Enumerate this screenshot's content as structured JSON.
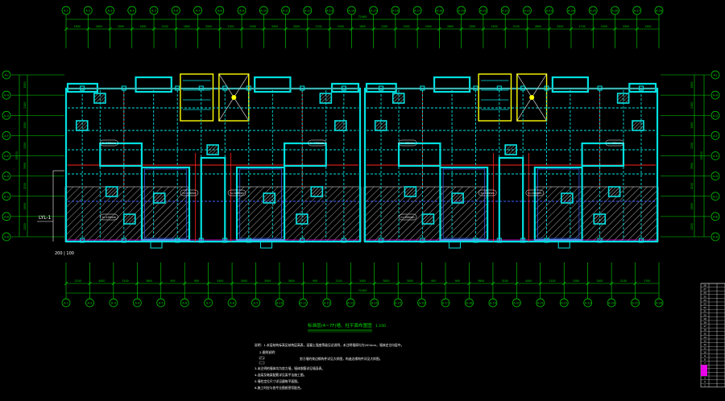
{
  "drawing": {
    "title": "标准层(4~7F)墙、柱平面布置图",
    "scale": "1:100",
    "marker_1": "LYL-1",
    "marker_2": "200 | 100",
    "notes": [
      "说明：1.本层结构标高见结构层高表，混凝土强度等级见总说明，未注明墙厚均为200mm，墙体定位均居中。",
      "2.图例说明：",
      "剪力墙约束边缘构件详见大样图，构造边缘构件详见大样图。",
      "3.未注明的墙体均为剪力墙，墙体钢筋详见墙身表。",
      "4.连梁及暗梁配筋详见梁平法施工图。",
      "5.墙柱定位尺寸详见建筑平面图。",
      "6.施工时应与各专业图纸密切配合。"
    ]
  },
  "colors": {
    "grid": "#00d800",
    "wall": "#00e0e0",
    "hatch": "#ffffff",
    "red": "#ff2020",
    "blue": "#4060ff",
    "yellow": "#ffff00",
    "magenta": "#ff00ff"
  },
  "axes_top": [
    "A-1",
    "A-2",
    "A-3",
    "A-4",
    "A-5",
    "A-6",
    "A-7",
    "A-8",
    "A-9",
    "A-10",
    "A-11",
    "A-12",
    "A-13",
    "A-14",
    "A-15",
    "A-16",
    "A-17",
    "A-18",
    "A-19",
    "A-20",
    "A-21",
    "A-22",
    "A-23",
    "A-24",
    "A-25",
    "A-26",
    "A-27",
    "A-28"
  ],
  "axes_bottom": [
    "A-1",
    "A-2",
    "A-3",
    "A-4",
    "A-5",
    "A-6",
    "A-7",
    "A-8",
    "A-9",
    "A-10",
    "A-11",
    "A-12",
    "A-13",
    "A-14",
    "A-15",
    "A-16",
    "A-17",
    "A-18",
    "A-19",
    "A-20",
    "A-21",
    "A-22",
    "A-23",
    "A-24",
    "A-25",
    "A-26"
  ],
  "axes_left": [
    "A-J",
    "A-H",
    "A-G",
    "A-F",
    "A-E",
    "A-D",
    "A-C",
    "A-B",
    "A-A"
  ],
  "axes_right": [
    "A-J",
    "A-H",
    "A-G",
    "A-F",
    "A-E",
    "A-D",
    "A-C",
    "A-B",
    "A-A"
  ],
  "dims_top": [
    "1500",
    "2600",
    "2000",
    "1500",
    "2100",
    "1800",
    "2500",
    "1700",
    "2000",
    "3400",
    "2000",
    "1700",
    "2500",
    "1800",
    "2100",
    "1500",
    "2000",
    "2600",
    "2300",
    "1500",
    "2100",
    "2600",
    "2500",
    "1700",
    "2000",
    "2400",
    "1500"
  ],
  "dims_top_total": "71400",
  "dims_bottom": [
    "2100",
    "4400",
    "3100",
    "3600",
    "900",
    "900",
    "3400",
    "3000",
    "3000",
    "3600",
    "900",
    "2100",
    "3400",
    "3000",
    "3000",
    "900",
    "900",
    "3600",
    "3100",
    "4400",
    "2100",
    "1500",
    "1500",
    "2100",
    "1700"
  ],
  "dims_bottom_total": "71400",
  "dims_left": [
    "1500",
    "2100",
    "1500",
    "1200",
    "3900",
    "2100",
    "1800",
    "1200"
  ],
  "dims_left_total": "15900",
  "dims_right": [
    "1500",
    "2100",
    "1500",
    "1200",
    "3900",
    "2100",
    "1800",
    "1200"
  ],
  "dims_right_total": "15900",
  "room_tags": [
    "h=100mm",
    "h=100mm",
    "h=100mm",
    "h=100mm",
    "h=100mm",
    "h=100mm",
    "h=100mm",
    "h=100mm",
    "h=100mm",
    "h=100mm"
  ],
  "table": {
    "rows": [
      "28",
      "27",
      "26",
      "25",
      "24",
      "23",
      "22",
      "21",
      "20",
      "19",
      "18",
      "17",
      "16",
      "15",
      "14",
      "13",
      "12",
      "11",
      "10",
      "9",
      "8",
      "7",
      "6",
      "5",
      "4",
      "3",
      "2",
      "1"
    ]
  }
}
